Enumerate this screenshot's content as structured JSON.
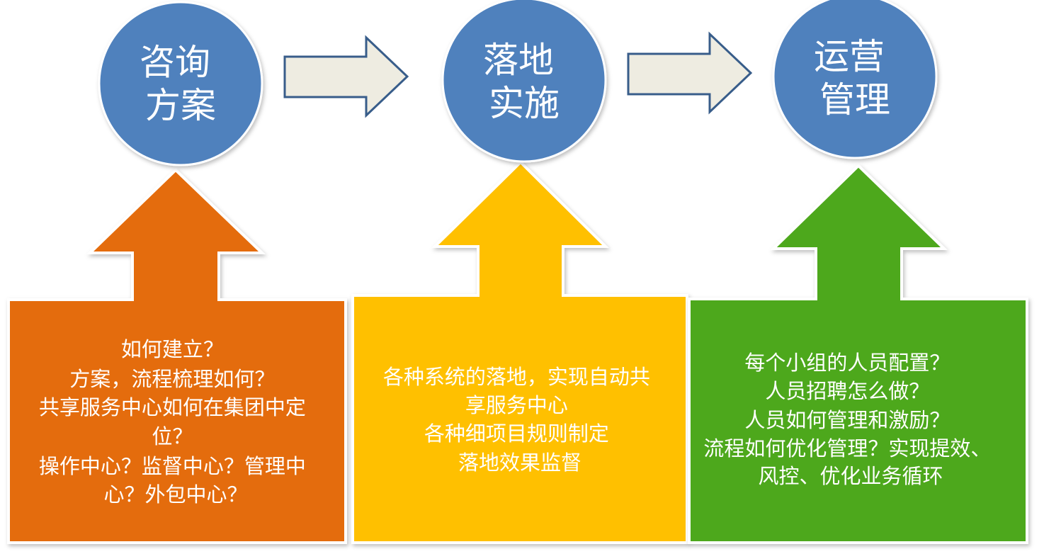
{
  "stages": [
    {
      "title_lines": [
        "咨询",
        "方案"
      ],
      "color": "#E46C0A",
      "body_lines": [
        "如何建立？",
        "方案，流程梳理如何？",
        "共享服务中心如何在集团中定",
        "位？",
        "操作中心？监督中心？管理中",
        "心？外包中心？"
      ]
    },
    {
      "title_lines": [
        "落地",
        "实施"
      ],
      "color": "#FFC000",
      "body_lines": [
        "各种系统的落地，实现自动共",
        "享服务中心",
        "各种细项目规则制定",
        "落地效果监督"
      ]
    },
    {
      "title_lines": [
        "运营",
        "管理"
      ],
      "color": "#4EA81C",
      "body_lines": [
        "每个小组的人员配置？",
        "人员招聘怎么做？",
        "人员如何管理和激励？",
        "流程如何优化管理？实现提效、",
        "风控、优化业务循环"
      ]
    }
  ],
  "circle_color": "#4F81BD",
  "arrow_fill": "#EEECE1",
  "arrow_stroke": "#385D8A"
}
